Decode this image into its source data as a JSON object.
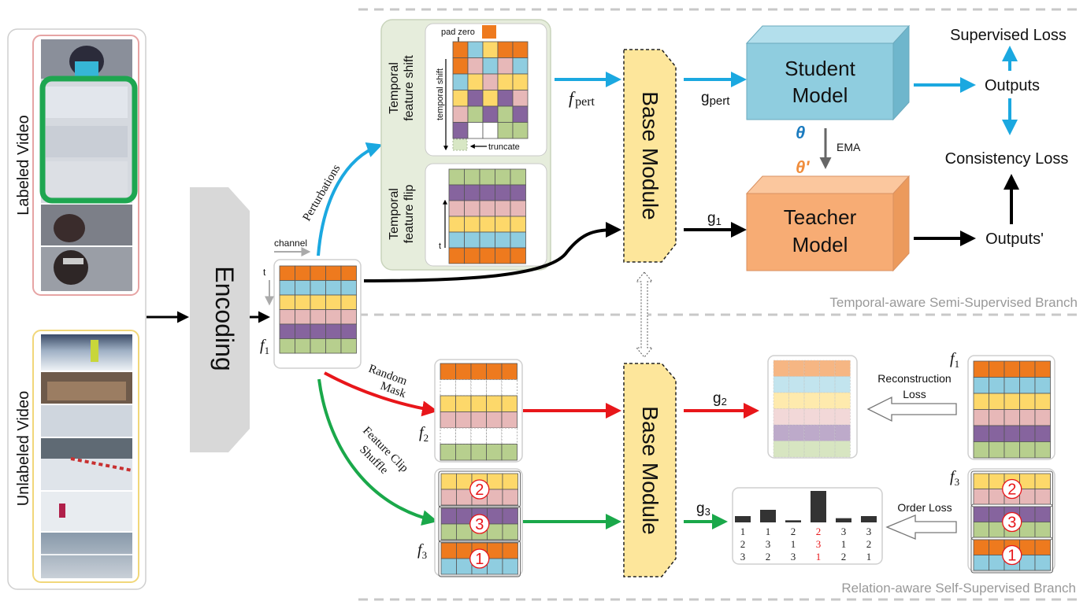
{
  "colors": {
    "orange": "#ee7a1e",
    "blue": "#8fcde0",
    "yellow": "#fdd86a",
    "pink": "#e7b8b8",
    "purple": "#86649e",
    "green": "#b7cf8e",
    "student": "#8fcddf",
    "teacher": "#f7ac74",
    "base_module": "#fde69b",
    "arrow_blue": "#1ba8e0",
    "arrow_red": "#e8161a",
    "arrow_green": "#1aa84a",
    "theta": "#1b7bbf",
    "theta_prime": "#f08d3c"
  },
  "inputs": {
    "labeled_video": "Labeled Video",
    "unlabeled_video": "Unlabeled Video"
  },
  "encoding": "Encoding",
  "feature": {
    "channel": "channel",
    "t": "t",
    "f1": "f",
    "f1_sub": "1"
  },
  "perturbations": "Perturbations",
  "shift_panel": {
    "title_line1": "Temporal",
    "title_line2": "feature shift",
    "pad_zero": "pad zero",
    "temporal_shift": "temporal shift",
    "truncate": "truncate"
  },
  "flip_panel": {
    "title_line1": "Temporal",
    "title_line2": "feature flip",
    "t": "t"
  },
  "semi": {
    "f_pert": "f",
    "f_pert_sub": "pert",
    "g_pert": "g",
    "g_pert_sub": "pert",
    "g1": "g",
    "g1_sub": "1",
    "base_module": "Base Module",
    "student_line1": "Student",
    "student_line2": "Model",
    "teacher_line1": "Teacher",
    "teacher_line2": "Model",
    "theta": "θ",
    "theta_prime": "θ'",
    "ema": "EMA",
    "supervised_loss": "Supervised Loss",
    "outputs": "Outputs",
    "consistency_loss": "Consistency Loss",
    "outputs_prime": "Outputs'",
    "branch_label": "Temporal-aware Semi-Supervised Branch"
  },
  "self": {
    "random_mask_line1": "Random",
    "random_mask_line2": "Mask",
    "feature_clip_line1": "Feature Clip",
    "feature_clip_line2": "Shuffle",
    "f2": "f",
    "f2_sub": "2",
    "f3": "f",
    "f3_sub": "3",
    "clip_numbers": [
      "2",
      "3",
      "1"
    ],
    "g2": "g",
    "g2_sub": "2",
    "g3": "g",
    "g3_sub": "3",
    "base_module": "Base Module",
    "reconstruction_loss_line1": "Reconstruction",
    "reconstruction_loss_line2": "Loss",
    "order_loss": "Order Loss",
    "f1_right": "f",
    "f1_right_sub": "1",
    "f3_right": "f",
    "f3_right_sub": "3",
    "branch_label": "Relation-aware Self-Supervised Branch"
  },
  "order_chart": {
    "values": [
      0.15,
      0.3,
      0.05,
      0.75,
      0.1,
      0.15
    ],
    "permutations": [
      [
        "1",
        "2",
        "3"
      ],
      [
        "1",
        "3",
        "2"
      ],
      [
        "2",
        "1",
        "3"
      ],
      [
        "2",
        "3",
        "1"
      ],
      [
        "3",
        "1",
        "2"
      ],
      [
        "3",
        "2",
        "1"
      ]
    ],
    "highlight_index": 3,
    "highlight_color": "#e8161a"
  }
}
